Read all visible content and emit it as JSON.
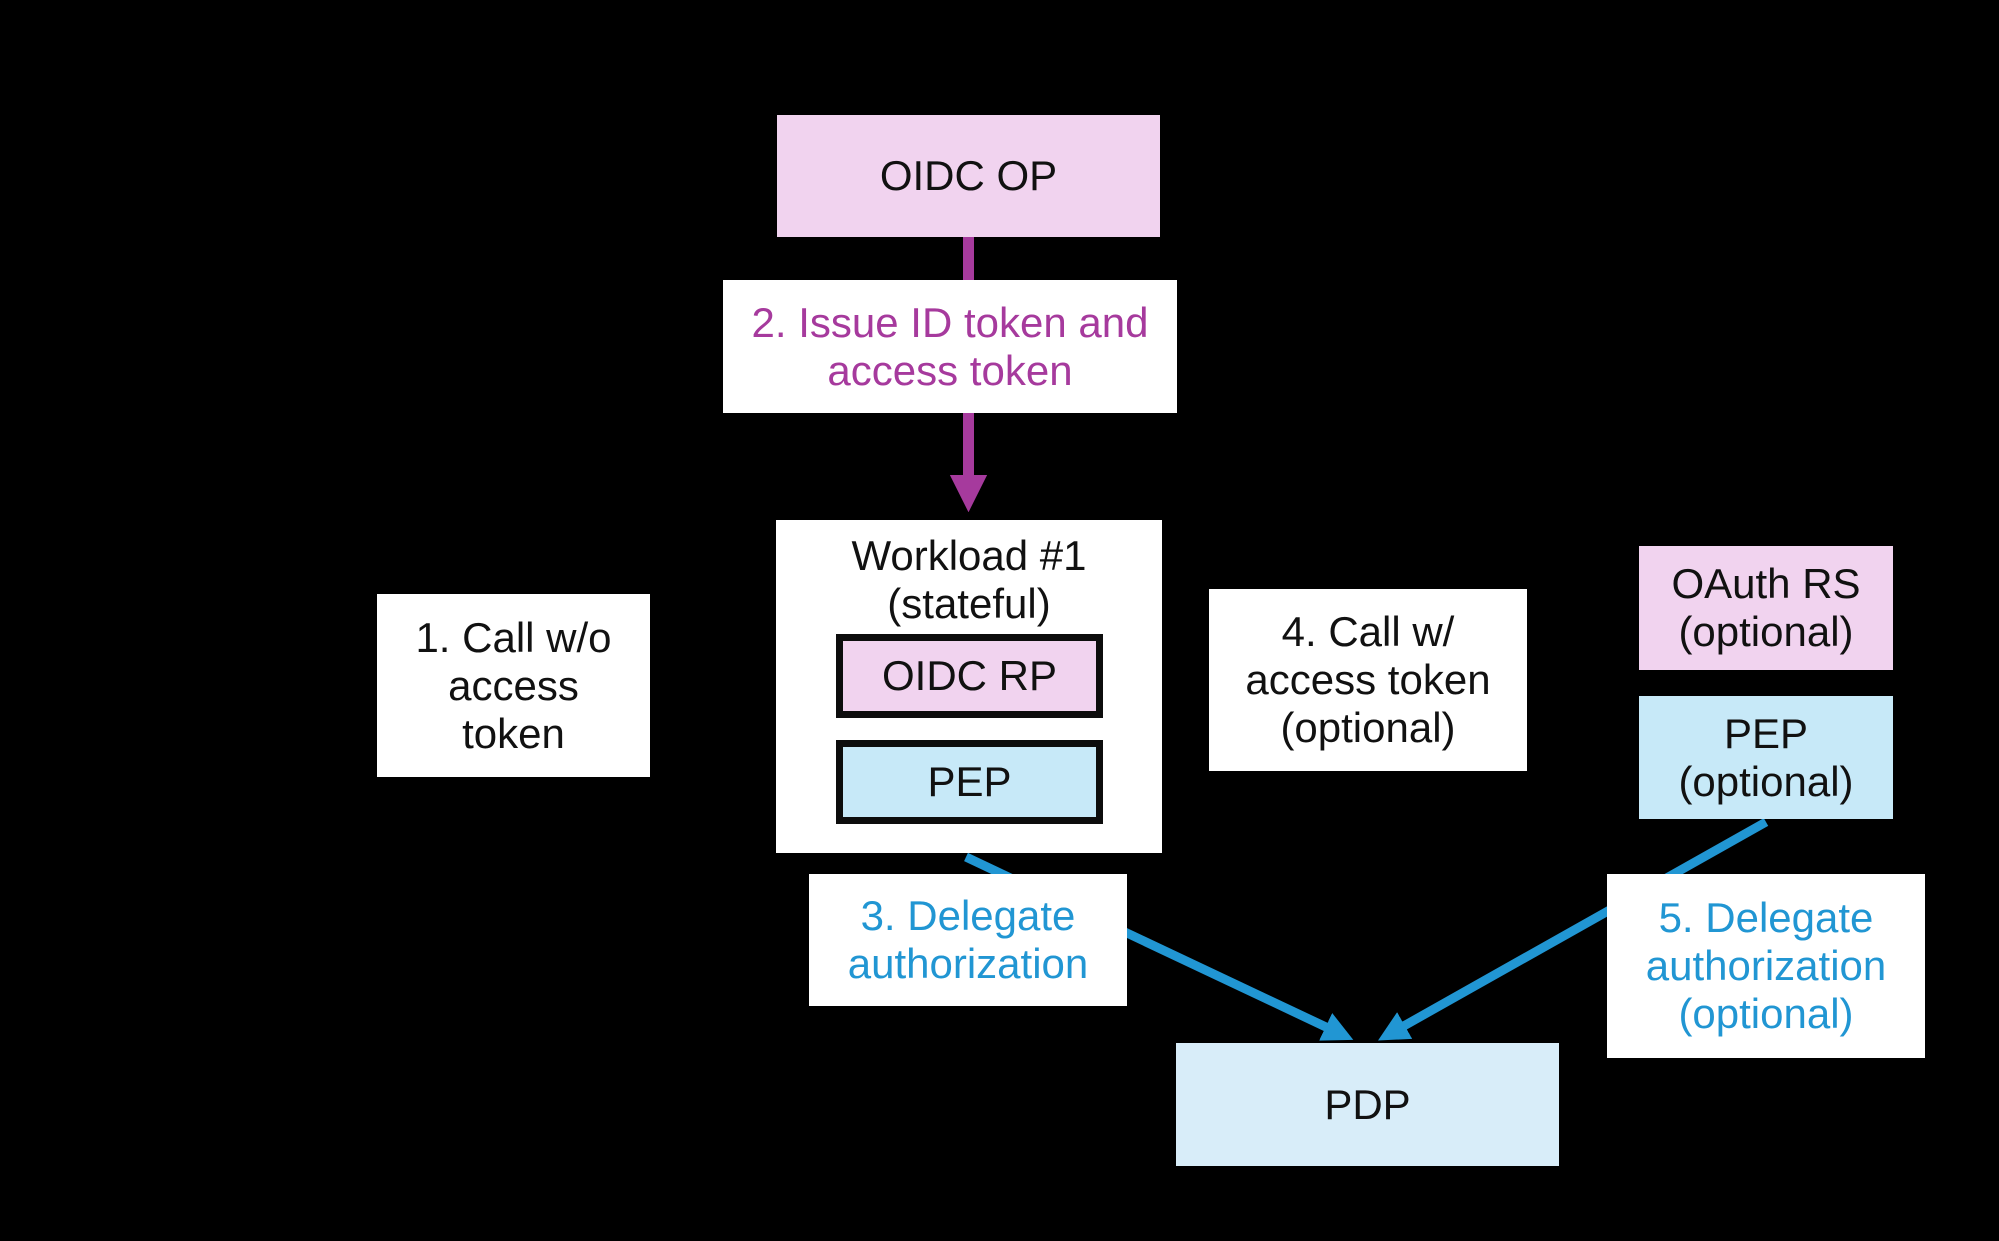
{
  "canvas": {
    "background": "#000000",
    "panel_white": "#ffffff"
  },
  "colors": {
    "pink": "#f1d3ef",
    "light_blue": "#c7e9f8",
    "pdp_blue": "#d8edf9",
    "magenta": "#a63a9d",
    "blue": "#2196d3",
    "text_black": "#111111"
  },
  "nodes": {
    "oidc_op": {
      "label": "OIDC OP"
    },
    "workload": {
      "label": "Workload #1\n(stateful)"
    },
    "oidc_rp": {
      "label": "OIDC RP"
    },
    "pep": {
      "label": "PEP"
    },
    "oauth_rs": {
      "label": "OAuth RS\n(optional)"
    },
    "pep_optional": {
      "label": "PEP\n(optional)"
    },
    "pdp": {
      "label": "PDP"
    }
  },
  "steps": {
    "step1": {
      "label": "1. Call w/o\naccess\ntoken"
    },
    "step2": {
      "label": "2. Issue ID token and\naccess token"
    },
    "step3": {
      "label": "3. Delegate\nauthorization"
    },
    "step4": {
      "label": "4. Call w/\naccess token\n(optional)"
    },
    "step5": {
      "label": "5. Delegate\nauthorization\n(optional)"
    }
  }
}
